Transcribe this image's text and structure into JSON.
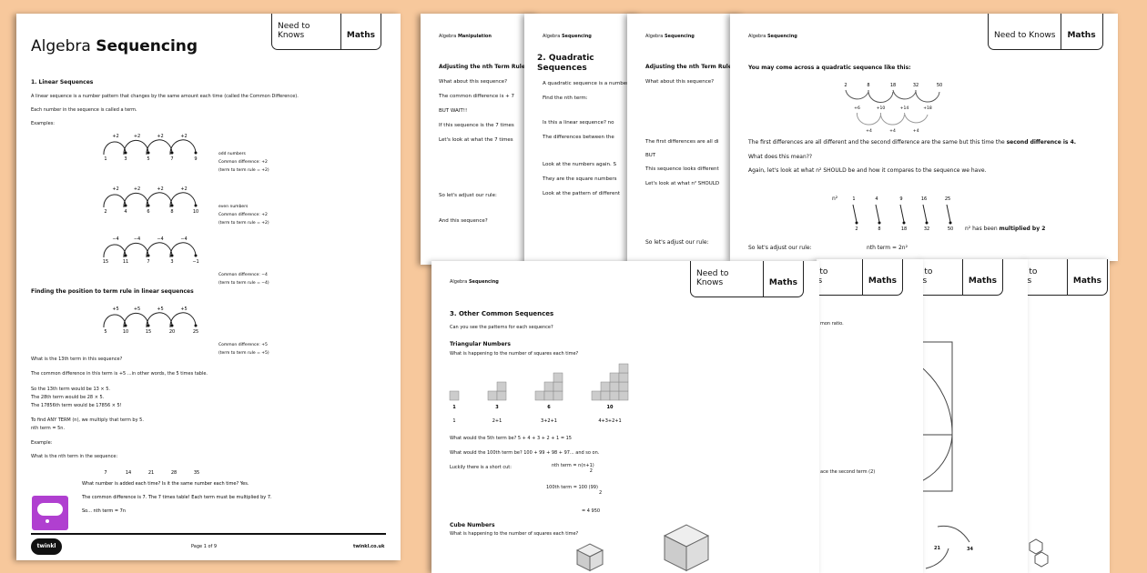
{
  "tab": {
    "left": "Need to Knows",
    "right": "Maths"
  },
  "page1": {
    "title_a": "Algebra",
    "title_b": "Sequencing",
    "section": "1. Linear Sequences",
    "p1": "A linear sequence is a number pattern that changes by the same amount each time (called the Common Difference).",
    "p2": "Each number in the sequence is called a term.",
    "p3": "Examples:",
    "sequences": [
      {
        "terms": [
          "1",
          "3",
          "5",
          "7",
          "9"
        ],
        "step": "+2",
        "notes": [
          "odd numbers",
          "Common difference: +2",
          "(term to term rule = +2)"
        ]
      },
      {
        "terms": [
          "2",
          "4",
          "6",
          "8",
          "10"
        ],
        "step": "+2",
        "notes": [
          "even numbers",
          "Common difference: +2",
          "(term to term rule = +2)"
        ]
      },
      {
        "terms": [
          "15",
          "11",
          "7",
          "3",
          "−1"
        ],
        "step": "−4",
        "notes": [
          "Common difference: −4",
          "(term to term rule = −4)"
        ]
      },
      {
        "terms": [
          "5",
          "10",
          "15",
          "20",
          "25"
        ],
        "step": "+5",
        "notes": [
          "Common difference: +5",
          "(term to term rule = +5)"
        ]
      }
    ],
    "subheading": "Finding the position to term rule in linear sequences",
    "lines": [
      "What is the 13th term in this sequence?",
      "The common difference in this term is +5 ...in other words, the 5 times table.",
      "So the 13th term would be 13 × 5.",
      "The 28th term would be 28 × 5.",
      "The 17856th term would be 17856 × 5!",
      "To find ANY TERM (n), we multiply that term by 5.",
      "nth term = 5n.",
      "Example:",
      "What is the nth term in the sequence:"
    ],
    "example_terms": [
      "7",
      "14",
      "21",
      "28",
      "35"
    ],
    "answers": [
      "What number is added each time? Is it the same number each time? Yes.",
      "The common difference is 7. The 7 times table! Each term must be multiplied by 7.",
      "So... nth term = 7n"
    ],
    "footer": {
      "logo": "twinkl",
      "page": "Page 1 of 9",
      "site": "twinkl.co.uk"
    },
    "icon_color": "#b03fd0"
  },
  "page2": {
    "header_a": "Algebra",
    "header_b": "Manipulation",
    "heading": "Adjusting the nth Term Rule",
    "lines": [
      "What about this sequence?",
      "The common difference is + 7",
      "BUT WAIT!!",
      "If this sequence is the 7 times",
      "Let's look at what the 7 times"
    ],
    "lines2": [
      "So let's adjust our rule:",
      "And this sequence?"
    ]
  },
  "page3": {
    "header_a": "Algebra",
    "header_b": "Sequencing",
    "heading": "2. Quadratic Sequences",
    "lines": [
      "A quadratic sequence is a number",
      "Find the nth term:",
      "Is this a linear sequence? no",
      "The differences between the",
      "Look at the numbers again. S",
      "They are the square numbers",
      "Look at the pattern of different"
    ]
  },
  "page4": {
    "header_a": "Algebra",
    "header_b": "Sequencing",
    "heading": "Adjusting the nth Term Rule",
    "lines": [
      "What about this sequence?",
      "The first differences are all di",
      "BUT",
      "This sequence looks different",
      "Let's look at what n² SHOULD"
    ],
    "last": "So let's adjust our rule:"
  },
  "page5": {
    "header_a": "Algebra",
    "header_b": "Sequencing",
    "intro": "You may come across a quadratic sequence like this:",
    "terms": [
      "2",
      "8",
      "18",
      "32",
      "50"
    ],
    "first_diff": [
      "+6",
      "+10",
      "+14",
      "+18"
    ],
    "second_diff": [
      "+4",
      "+4",
      "+4"
    ],
    "l1a": "The first differences are all different and the second difference are the same but this time the ",
    "l1b": "second difference is 4.",
    "l2": "What does this mean??",
    "l3": "Again, let's look at what n² SHOULD be and how it compares to the sequence we have.",
    "n2_label": "n²",
    "squares": [
      "1",
      "4",
      "9",
      "16",
      "25"
    ],
    "result": [
      "2",
      "8",
      "18",
      "32",
      "50"
    ],
    "mult_a": "n² has been ",
    "mult_b": "multiplied by 2",
    "rule_label": "So let's adjust our rule:",
    "rule": "nth term = 2n²"
  },
  "page6": {
    "header_a": "Algebra",
    "header_b": "Sequencing",
    "section": "3. Other Common Sequences",
    "q": "Can you see the patterns for each sequence?",
    "tri_title": "Triangular Numbers",
    "tri_q": "What is happening to the number of squares each time?",
    "tri_counts": [
      "1",
      "3",
      "6",
      "10"
    ],
    "tri_sums": [
      "1",
      "2+1",
      "3+2+1",
      "4+3+2+1"
    ],
    "l1": "What would the 5th term be?  5 + 4 + 3 + 2 + 1 = 15",
    "l2": "What would the 100th term be? 100 + 99 + 98 + 97... and so on.",
    "l3": "Luckily there is a short cut:",
    "f1": "nth term = n(n+1)",
    "f1d": "2",
    "f2": "100th term = 100 (99)",
    "f2d": "2",
    "f3": "= 4 950",
    "cube_title": "Cube Numbers",
    "cube_q": "What is happening to the number of squares each time?"
  },
  "page7": {
    "text1": "mon ratio.",
    "text2": "ace the second term (2)"
  },
  "page8": {
    "labels": [
      "21",
      "34"
    ]
  }
}
